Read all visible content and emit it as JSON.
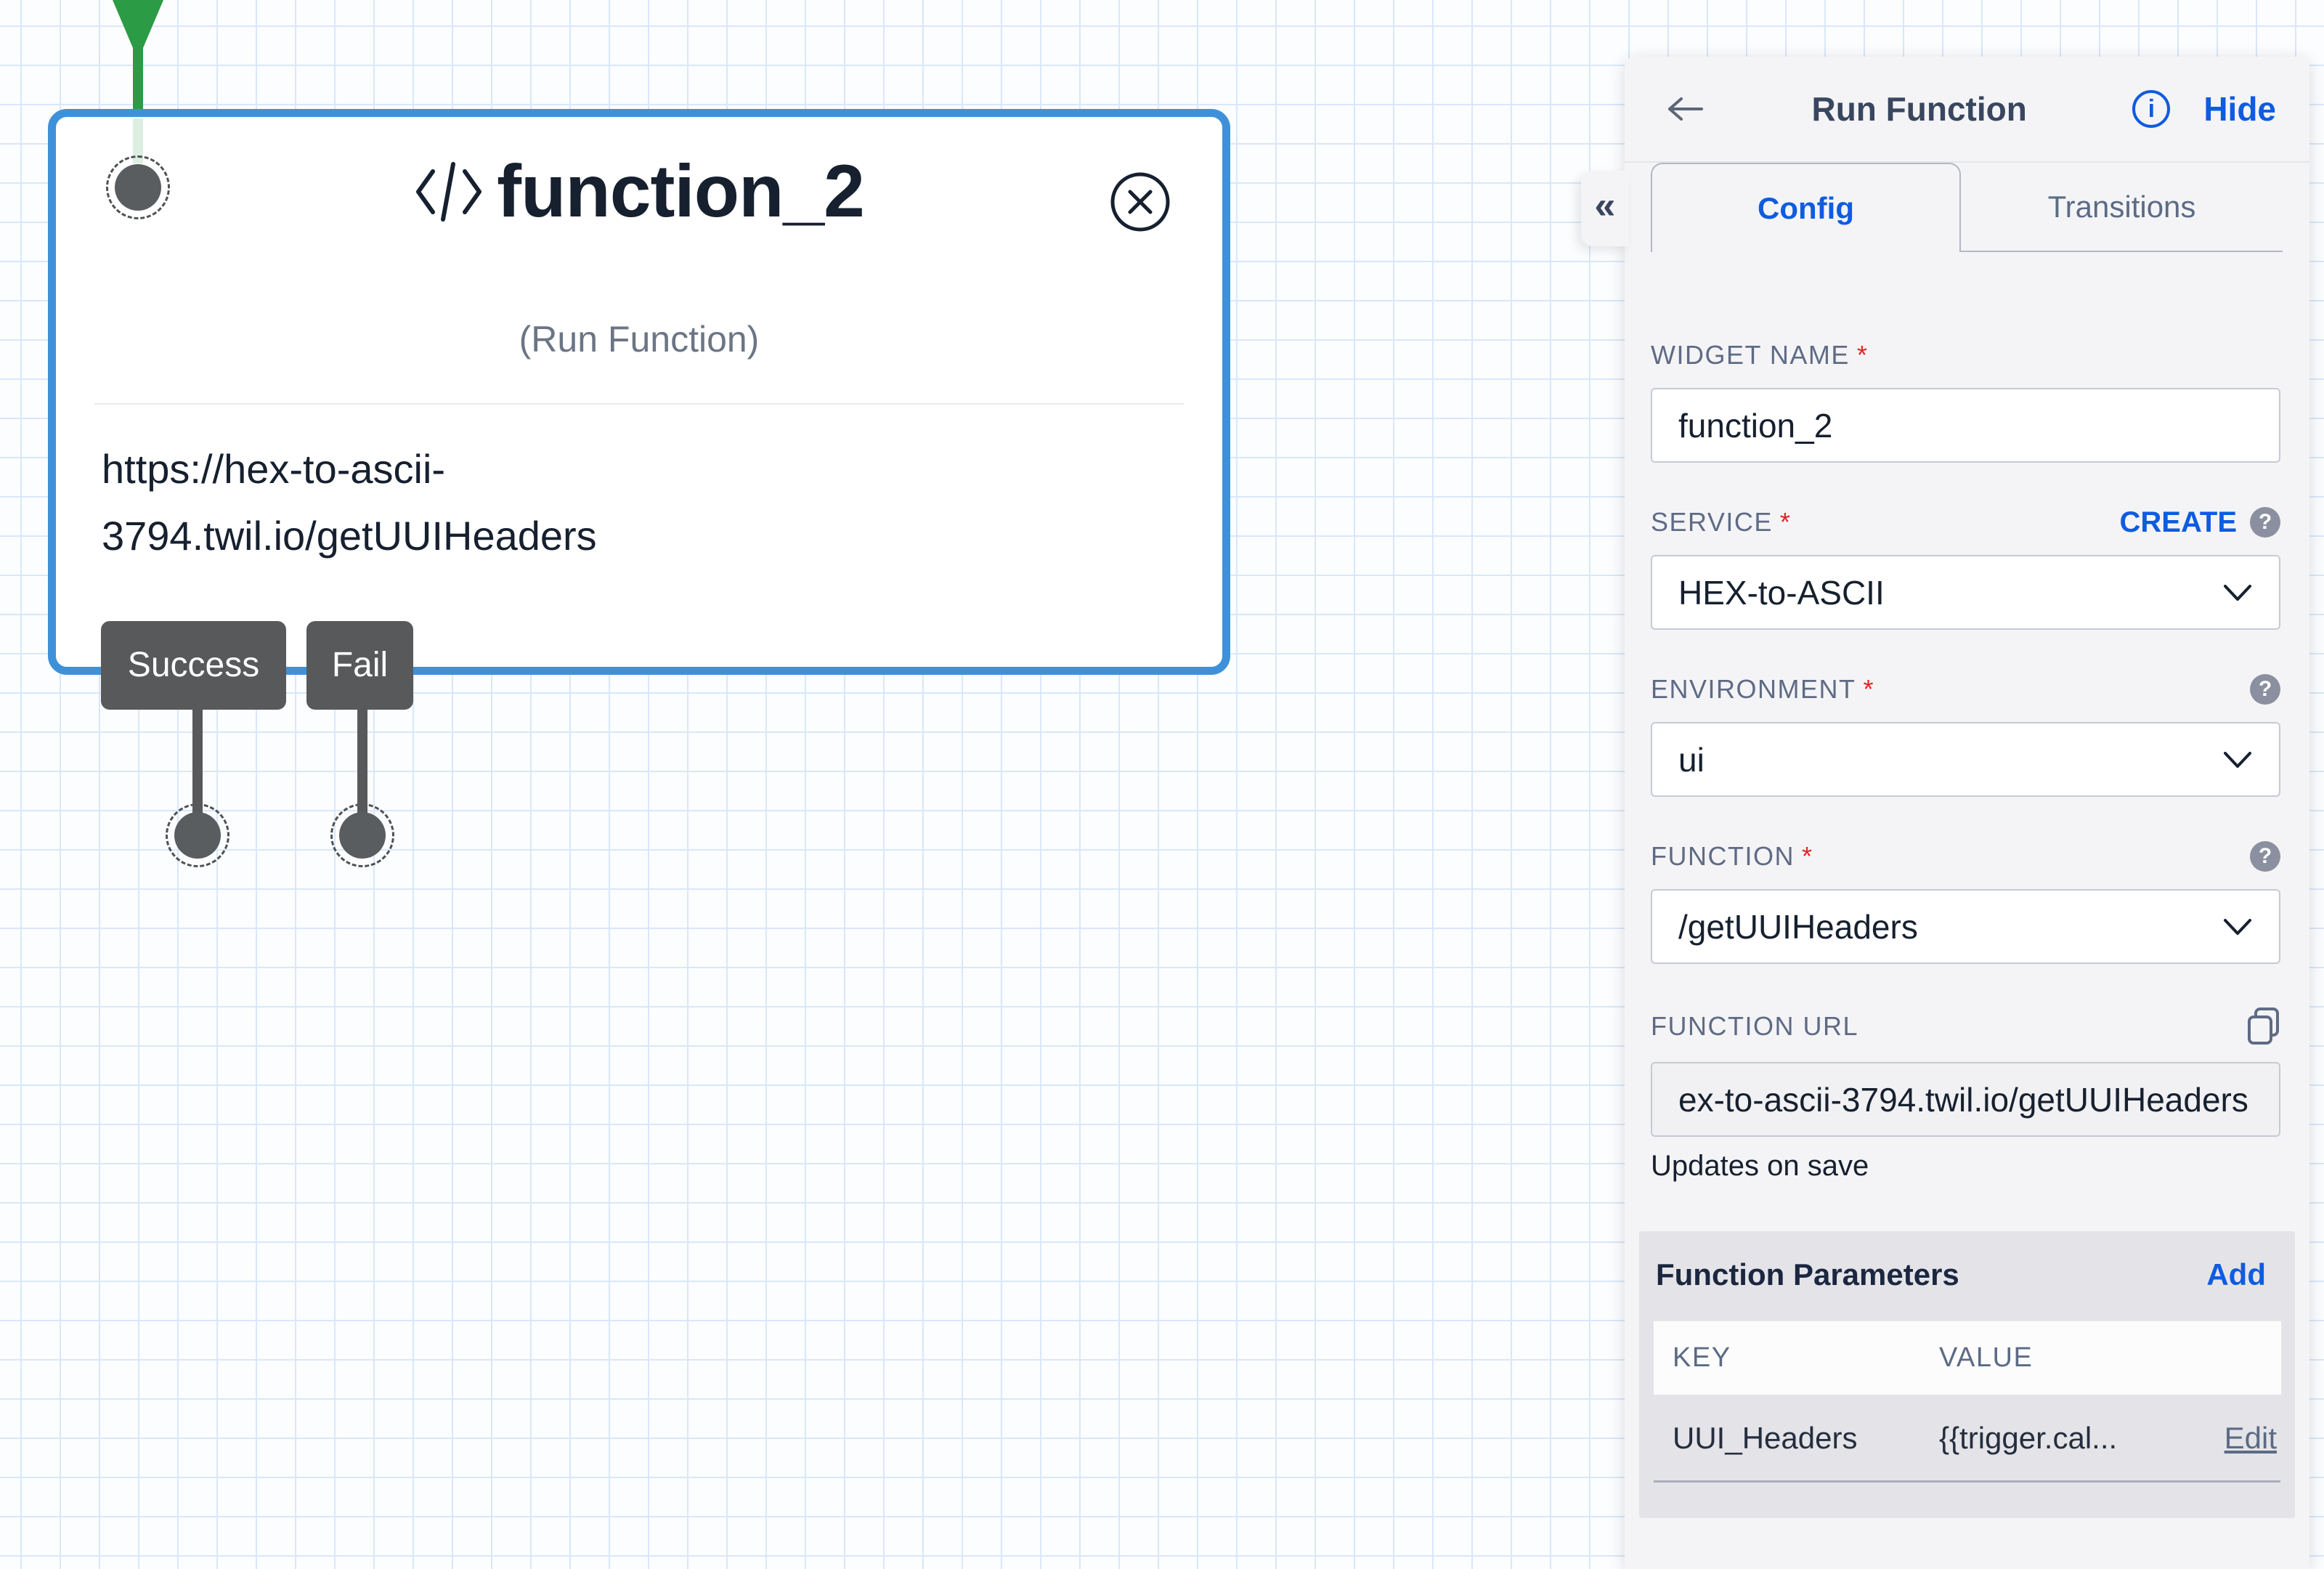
{
  "icons": {
    "collapse": "«",
    "info": "i",
    "help": "?"
  },
  "panel": {
    "title": "Run Function",
    "hide_label": "Hide",
    "required_mark": "*",
    "tabs": [
      {
        "label": "Config"
      },
      {
        "label": "Transitions"
      }
    ],
    "fields": {
      "widget_name": {
        "label": "WIDGET NAME",
        "value": "function_2"
      },
      "service": {
        "label": "SERVICE",
        "create_label": "CREATE",
        "value": "HEX-to-ASCII"
      },
      "environment": {
        "label": "ENVIRONMENT",
        "value": "ui"
      },
      "function": {
        "label": "FUNCTION",
        "value": "/getUUIHeaders"
      },
      "function_url": {
        "label": "FUNCTION URL",
        "value": "ex-to-ascii-3794.twil.io/getUUIHeaders",
        "note": "Updates on save"
      }
    },
    "parameters": {
      "heading": "Function Parameters",
      "add_label": "Add",
      "columns": {
        "key": "KEY",
        "value": "VALUE"
      },
      "rows": [
        {
          "key": "UUI_Headers",
          "value": "{{trigger.cal...",
          "action": "Edit"
        }
      ]
    }
  },
  "canvas": {
    "widget": {
      "name": "function_2",
      "type_label": "(Run Function)",
      "url_line1": "https://hex-to-ascii-",
      "url_line2": "3794.twil.io/getUUIHeaders",
      "transitions": [
        {
          "label": "Success"
        },
        {
          "label": "Fail"
        }
      ]
    }
  },
  "colors": {
    "selection_blue": "#3e91d9",
    "link_blue": "#0e5ce0",
    "connector_green": "#2b9b45",
    "chip_gray": "#58595b",
    "panel_bg": "#f4f4f6",
    "grid_line": "#d9e7fa"
  }
}
